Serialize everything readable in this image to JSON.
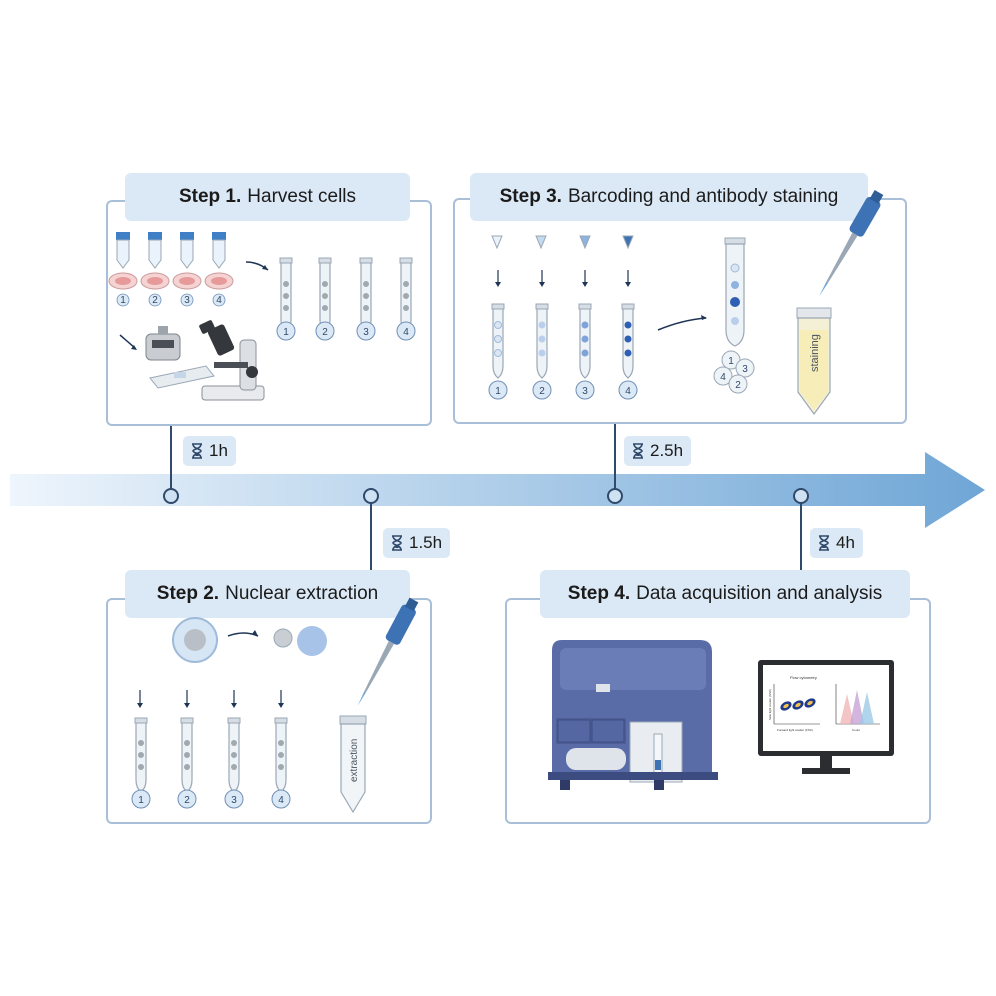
{
  "steps": [
    {
      "label": "Step 1.",
      "title": "Harvest cells"
    },
    {
      "label": "Step 2.",
      "title": "Nuclear extraction"
    },
    {
      "label": "Step 3.",
      "title": "Barcoding and antibody staining"
    },
    {
      "label": "Step 4.",
      "title": "Data acquisition and analysis"
    }
  ],
  "times": [
    "1h",
    "1.5h",
    "2.5h",
    "4h"
  ],
  "tube_numbers": [
    "1",
    "2",
    "3",
    "4"
  ],
  "labels": {
    "extraction": "extraction",
    "staining": "staining",
    "flow_title": "Flow cytometry",
    "x_axis": "Forward light scatter (FSC)",
    "y_axis": "Side light scatter (SSC)",
    "count": "Count"
  },
  "colors": {
    "arrow_start": "#eaf2fb",
    "arrow_end": "#6fa6d6",
    "panel_border": "#a9bfd8",
    "title_bg": "#dbe8f5",
    "node_line": "#2f4a6b"
  }
}
